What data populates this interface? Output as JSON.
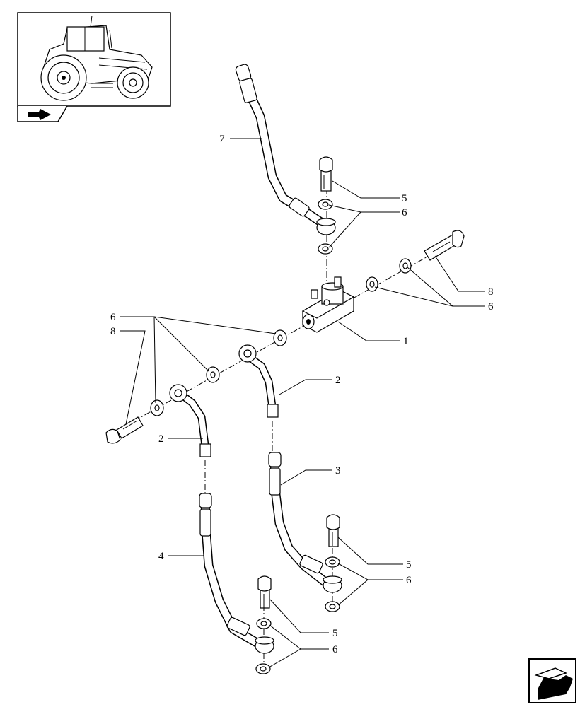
{
  "callouts": {
    "c1": "1",
    "c2a": "2",
    "c2b": "2",
    "c3": "3",
    "c4": "4",
    "c5a": "5",
    "c5b": "5",
    "c5c": "5",
    "c6a": "6",
    "c6b": "6",
    "c6c": "6",
    "c6d": "6",
    "c6e": "6",
    "c7": "7",
    "c8a": "8",
    "c8b": "8"
  },
  "icons": {
    "thumbnail": "tractor-thumbnail-icon",
    "thumb_arrow": "arrow-right-icon",
    "corner_nav": "next-page-arrow-icon"
  }
}
